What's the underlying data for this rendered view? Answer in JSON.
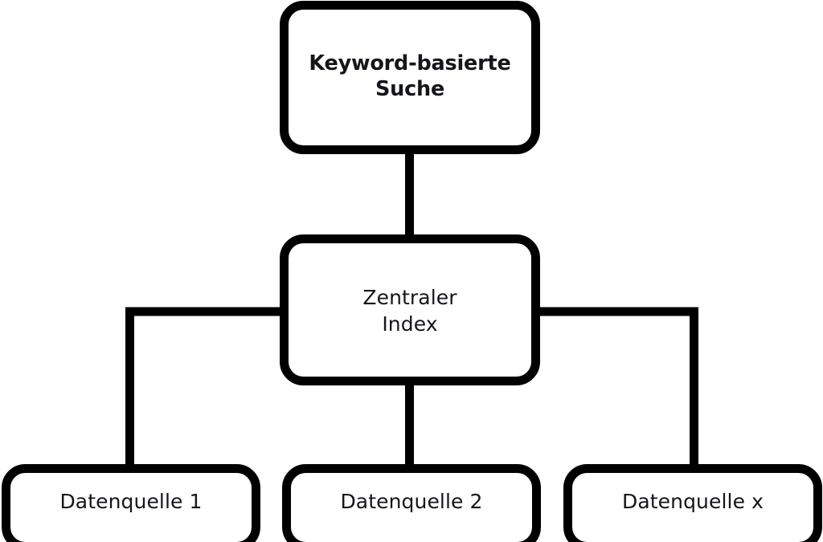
{
  "diagram": {
    "type": "hierarchy-flowchart",
    "orientation": "top-down",
    "background_color": "#ffffff",
    "line_color": "#000000",
    "text_color": "#15161a",
    "levels": [
      {
        "level": 1,
        "nodes": [
          {
            "id": "keyword-search",
            "label_line1": "Keyword-basierte",
            "label_line2": "Suche",
            "emphasis": "bold"
          }
        ]
      },
      {
        "level": 2,
        "nodes": [
          {
            "id": "central-index",
            "label_line1": "Zentraler",
            "label_line2": "Index",
            "emphasis": "regular"
          }
        ]
      },
      {
        "level": 3,
        "nodes": [
          {
            "id": "source-1",
            "label": "Datenquelle 1",
            "emphasis": "regular"
          },
          {
            "id": "source-2",
            "label": "Datenquelle 2",
            "emphasis": "regular"
          },
          {
            "id": "source-x",
            "label": "Datenquelle x",
            "emphasis": "regular"
          }
        ]
      }
    ],
    "connections": [
      {
        "id": "conn-search-to-index",
        "from": "keyword-search",
        "to": "central-index",
        "shape": "straight-vertical"
      },
      {
        "id": "conn-index-to-source-1",
        "from": "central-index",
        "to": "source-1",
        "shape": "elbow-left"
      },
      {
        "id": "conn-index-to-source-2",
        "from": "central-index",
        "to": "source-2",
        "shape": "straight-vertical"
      },
      {
        "id": "conn-index-to-source-x",
        "from": "central-index",
        "to": "source-x",
        "shape": "elbow-right"
      }
    ]
  }
}
